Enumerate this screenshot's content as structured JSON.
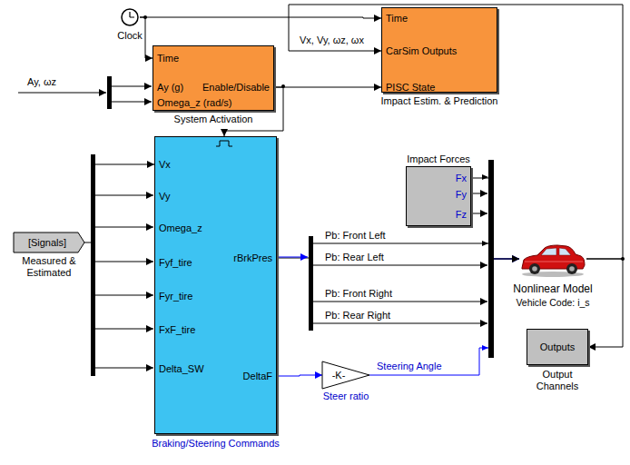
{
  "diagram": {
    "nodes": [
      {
        "text": [
          "Clock"
        ]
      },
      {
        "text": [
          "Time",
          "Ay (g)",
          "Enable/Disable",
          "Omega_z (rad/s)",
          "System Activation"
        ]
      },
      {
        "text": [
          "Time",
          "CarSim Outputs",
          "PISC State",
          "Impact Estim. & Prediction"
        ]
      },
      {
        "text": [
          "Vx",
          "Vy",
          "Omega_z",
          "Fyf_tire",
          "Fyr_tire",
          "FxF_tire",
          "Delta_SW",
          "rBrkPres",
          "DeltaF",
          "Braking/Steering Commands"
        ]
      },
      {
        "text": [
          "[Signals]",
          "Measured & Estimated"
        ]
      },
      {
        "text": [
          "Impact Forces",
          "Fx",
          "Fy",
          "Fz"
        ]
      },
      {
        "text": [
          "Nonlinear Model",
          "Vehicle Code: i_s"
        ]
      },
      {
        "text": [
          "-K-",
          "Steer ratio"
        ]
      },
      {
        "text": [
          "Outputs",
          "Output Channels"
        ]
      }
    ],
    "edges": [
      {
        "from": 0,
        "to": 1,
        "arrow": "to"
      },
      {
        "from": 0,
        "to": 2,
        "arrow": "to"
      },
      {
        "from": 1,
        "to": 2,
        "arrow": "to"
      },
      {
        "from": 1,
        "to": 3,
        "arrow": "to"
      },
      {
        "from": 4,
        "to": 3,
        "arrow": "to"
      },
      {
        "from": 3,
        "to": 6,
        "arrow": "to"
      },
      {
        "from": 3,
        "to": 7,
        "arrow": "to"
      },
      {
        "from": 7,
        "to": 6,
        "label": "Steering Angle",
        "arrow": "to"
      },
      {
        "from": 5,
        "to": 6,
        "arrow": "to"
      },
      {
        "from": 6,
        "to": 2,
        "label": "Vx, Vy, ωz, ωx",
        "arrow": "to"
      },
      {
        "from": 6,
        "to": 8,
        "arrow": "to"
      }
    ],
    "labels": [
      "Ay, ωz",
      "Pb: Front Left",
      "Pb: Rear Left",
      "Pb: Front Right",
      "Pb: Rear Right"
    ]
  }
}
